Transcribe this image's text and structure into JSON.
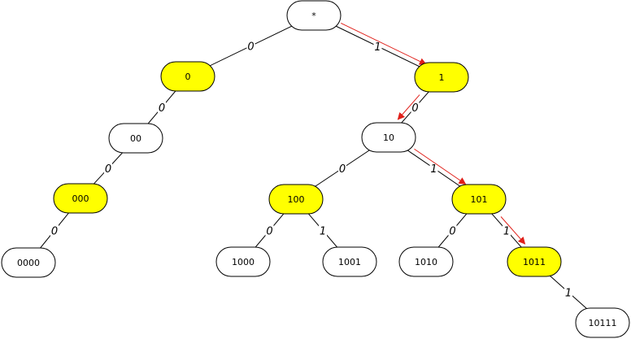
{
  "colors": {
    "highlight_fill": "#ffff00",
    "normal_fill": "#ffffff",
    "arrow": "#e0201a",
    "stroke": "#000000"
  },
  "nodes": [
    {
      "id": "root",
      "label": "*",
      "highlighted": false
    },
    {
      "id": "n0",
      "label": "0",
      "highlighted": true
    },
    {
      "id": "n1",
      "label": "1",
      "highlighted": true
    },
    {
      "id": "n00",
      "label": "00",
      "highlighted": false
    },
    {
      "id": "n10",
      "label": "10",
      "highlighted": false
    },
    {
      "id": "n000",
      "label": "000",
      "highlighted": true
    },
    {
      "id": "n100",
      "label": "100",
      "highlighted": true
    },
    {
      "id": "n101",
      "label": "101",
      "highlighted": true
    },
    {
      "id": "n0000",
      "label": "0000",
      "highlighted": false
    },
    {
      "id": "n1000",
      "label": "1000",
      "highlighted": false
    },
    {
      "id": "n1001",
      "label": "1001",
      "highlighted": false
    },
    {
      "id": "n1010",
      "label": "1010",
      "highlighted": false
    },
    {
      "id": "n1011",
      "label": "1011",
      "highlighted": true
    },
    {
      "id": "n10111",
      "label": "10111",
      "highlighted": false
    }
  ],
  "edges": [
    {
      "from": "root",
      "to": "n0",
      "label": "0"
    },
    {
      "from": "root",
      "to": "n1",
      "label": "1"
    },
    {
      "from": "n0",
      "to": "n00",
      "label": "0"
    },
    {
      "from": "n00",
      "to": "n000",
      "label": "0"
    },
    {
      "from": "n000",
      "to": "n0000",
      "label": "0"
    },
    {
      "from": "n1",
      "to": "n10",
      "label": "0"
    },
    {
      "from": "n10",
      "to": "n100",
      "label": "0"
    },
    {
      "from": "n10",
      "to": "n101",
      "label": "1"
    },
    {
      "from": "n100",
      "to": "n1000",
      "label": "0"
    },
    {
      "from": "n100",
      "to": "n1001",
      "label": "1"
    },
    {
      "from": "n101",
      "to": "n1010",
      "label": "0"
    },
    {
      "from": "n101",
      "to": "n1011",
      "label": "1"
    },
    {
      "from": "n1011",
      "to": "n10111",
      "label": "1"
    }
  ],
  "path_arrows": [
    {
      "from": "root",
      "to": "n1"
    },
    {
      "from": "n1",
      "to": "n10"
    },
    {
      "from": "n10",
      "to": "n101"
    },
    {
      "from": "n101",
      "to": "n1011"
    }
  ]
}
